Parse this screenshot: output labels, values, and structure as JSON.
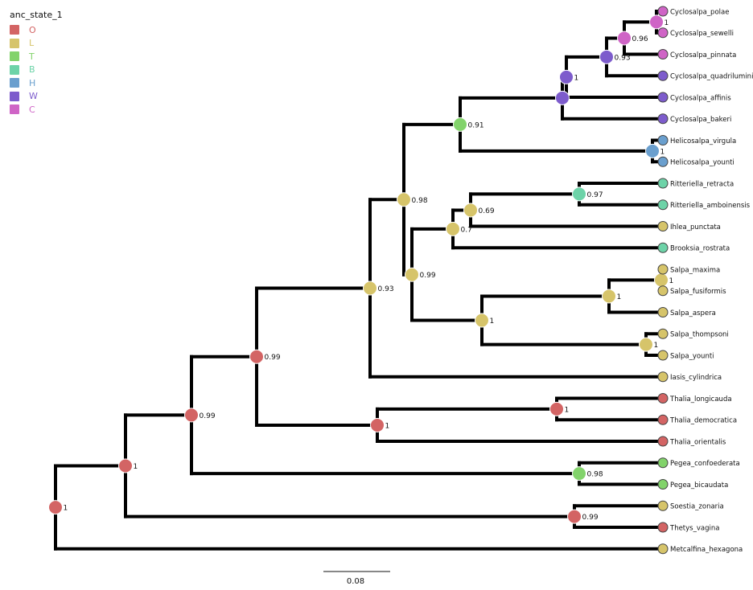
{
  "legend": {
    "title": "anc_state_1",
    "items": [
      {
        "label": "O",
        "color": "#d36464"
      },
      {
        "label": "L",
        "color": "#d6c46a"
      },
      {
        "label": "T",
        "color": "#82d36b"
      },
      {
        "label": "B",
        "color": "#6dd3a8"
      },
      {
        "label": "H",
        "color": "#6a9fce"
      },
      {
        "label": "W",
        "color": "#7d5ccc"
      },
      {
        "label": "C",
        "color": "#cf64c6"
      }
    ]
  },
  "scale_bar": {
    "label": "0.08"
  },
  "tips": [
    {
      "id": "t1",
      "name": "Cyclosalpa_polae",
      "state": "C"
    },
    {
      "id": "t2",
      "name": "Cyclosalpa_sewelli",
      "state": "C"
    },
    {
      "id": "t3",
      "name": "Cyclosalpa_pinnata",
      "state": "C"
    },
    {
      "id": "t4",
      "name": "Cyclosalpa_quadriluminis",
      "state": "W"
    },
    {
      "id": "t5",
      "name": "Cyclosalpa_affinis",
      "state": "W"
    },
    {
      "id": "t6",
      "name": "Cyclosalpa_bakeri",
      "state": "W"
    },
    {
      "id": "t7",
      "name": "Helicosalpa_virgula",
      "state": "H"
    },
    {
      "id": "t8",
      "name": "Helicosalpa_younti",
      "state": "H"
    },
    {
      "id": "t9",
      "name": "Ritteriella_retracta",
      "state": "B"
    },
    {
      "id": "t10",
      "name": "Ritteriella_amboinensis",
      "state": "B"
    },
    {
      "id": "t11",
      "name": "Ihlea_punctata",
      "state": "L"
    },
    {
      "id": "t12",
      "name": "Brooksia_rostrata",
      "state": "B"
    },
    {
      "id": "t13",
      "name": "Salpa_maxima",
      "state": "L"
    },
    {
      "id": "t14",
      "name": "Salpa_fusiformis",
      "state": "L"
    },
    {
      "id": "t15",
      "name": "Salpa_aspera",
      "state": "L"
    },
    {
      "id": "t16",
      "name": "Salpa_thompsoni",
      "state": "L"
    },
    {
      "id": "t17",
      "name": "Salpa_younti",
      "state": "L"
    },
    {
      "id": "t18",
      "name": "Iasis_cylindrica",
      "state": "L"
    },
    {
      "id": "t19",
      "name": "Thalia_longicauda",
      "state": "O"
    },
    {
      "id": "t20",
      "name": "Thalia_democratica",
      "state": "O"
    },
    {
      "id": "t21",
      "name": "Thalia_orientalis",
      "state": "O"
    },
    {
      "id": "t22",
      "name": "Pegea_confoederata",
      "state": "T"
    },
    {
      "id": "t23",
      "name": "Pegea_bicaudata",
      "state": "T"
    },
    {
      "id": "t24",
      "name": "Soestia_zonaria",
      "state": "L"
    },
    {
      "id": "t25",
      "name": "Thetys_vagina",
      "state": "O"
    },
    {
      "id": "t26",
      "name": "Metcalfina_hexagona",
      "state": "L"
    }
  ],
  "nodes": [
    {
      "id": "n_polae_sewelli",
      "state": "C",
      "support": "1"
    },
    {
      "id": "n_pinnata",
      "state": "C",
      "support": "0.96"
    },
    {
      "id": "n_quadri",
      "state": "W",
      "support": "0.93"
    },
    {
      "id": "n_affinis",
      "state": "W",
      "support": "1"
    },
    {
      "id": "n_bakeri",
      "state": "W",
      "support": ""
    },
    {
      "id": "n_helico",
      "state": "H",
      "support": "1"
    },
    {
      "id": "n_cyclo_helico",
      "state": "T",
      "support": "0.91"
    },
    {
      "id": "n_ritter",
      "state": "B",
      "support": "0.97"
    },
    {
      "id": "n_ihlea",
      "state": "L",
      "support": "0.69"
    },
    {
      "id": "n_brooksia",
      "state": "L",
      "support": "0.7"
    },
    {
      "id": "n_salpa_mf",
      "state": "L",
      "support": "1"
    },
    {
      "id": "n_salpa_asp",
      "state": "L",
      "support": "1"
    },
    {
      "id": "n_salpa_ty",
      "state": "L",
      "support": "1"
    },
    {
      "id": "n_salpa_all",
      "state": "L",
      "support": "1"
    },
    {
      "id": "n_sb",
      "state": "L",
      "support": "0.99"
    },
    {
      "id": "n_big",
      "state": "L",
      "support": "0.98"
    },
    {
      "id": "n_iasis",
      "state": "L",
      "support": "0.93"
    },
    {
      "id": "n_thalia_ld",
      "state": "O",
      "support": "1"
    },
    {
      "id": "n_thalia",
      "state": "O",
      "support": "1"
    },
    {
      "id": "n_main",
      "state": "O",
      "support": "0.99"
    },
    {
      "id": "n_pegea_join",
      "state": "O",
      "support": "0.99"
    },
    {
      "id": "n_pegea",
      "state": "T",
      "support": "0.98"
    },
    {
      "id": "n_soestia",
      "state": "O",
      "support": "0.99"
    },
    {
      "id": "n_upper",
      "state": "O",
      "support": "1"
    },
    {
      "id": "n_root",
      "state": "O",
      "support": "1"
    }
  ]
}
